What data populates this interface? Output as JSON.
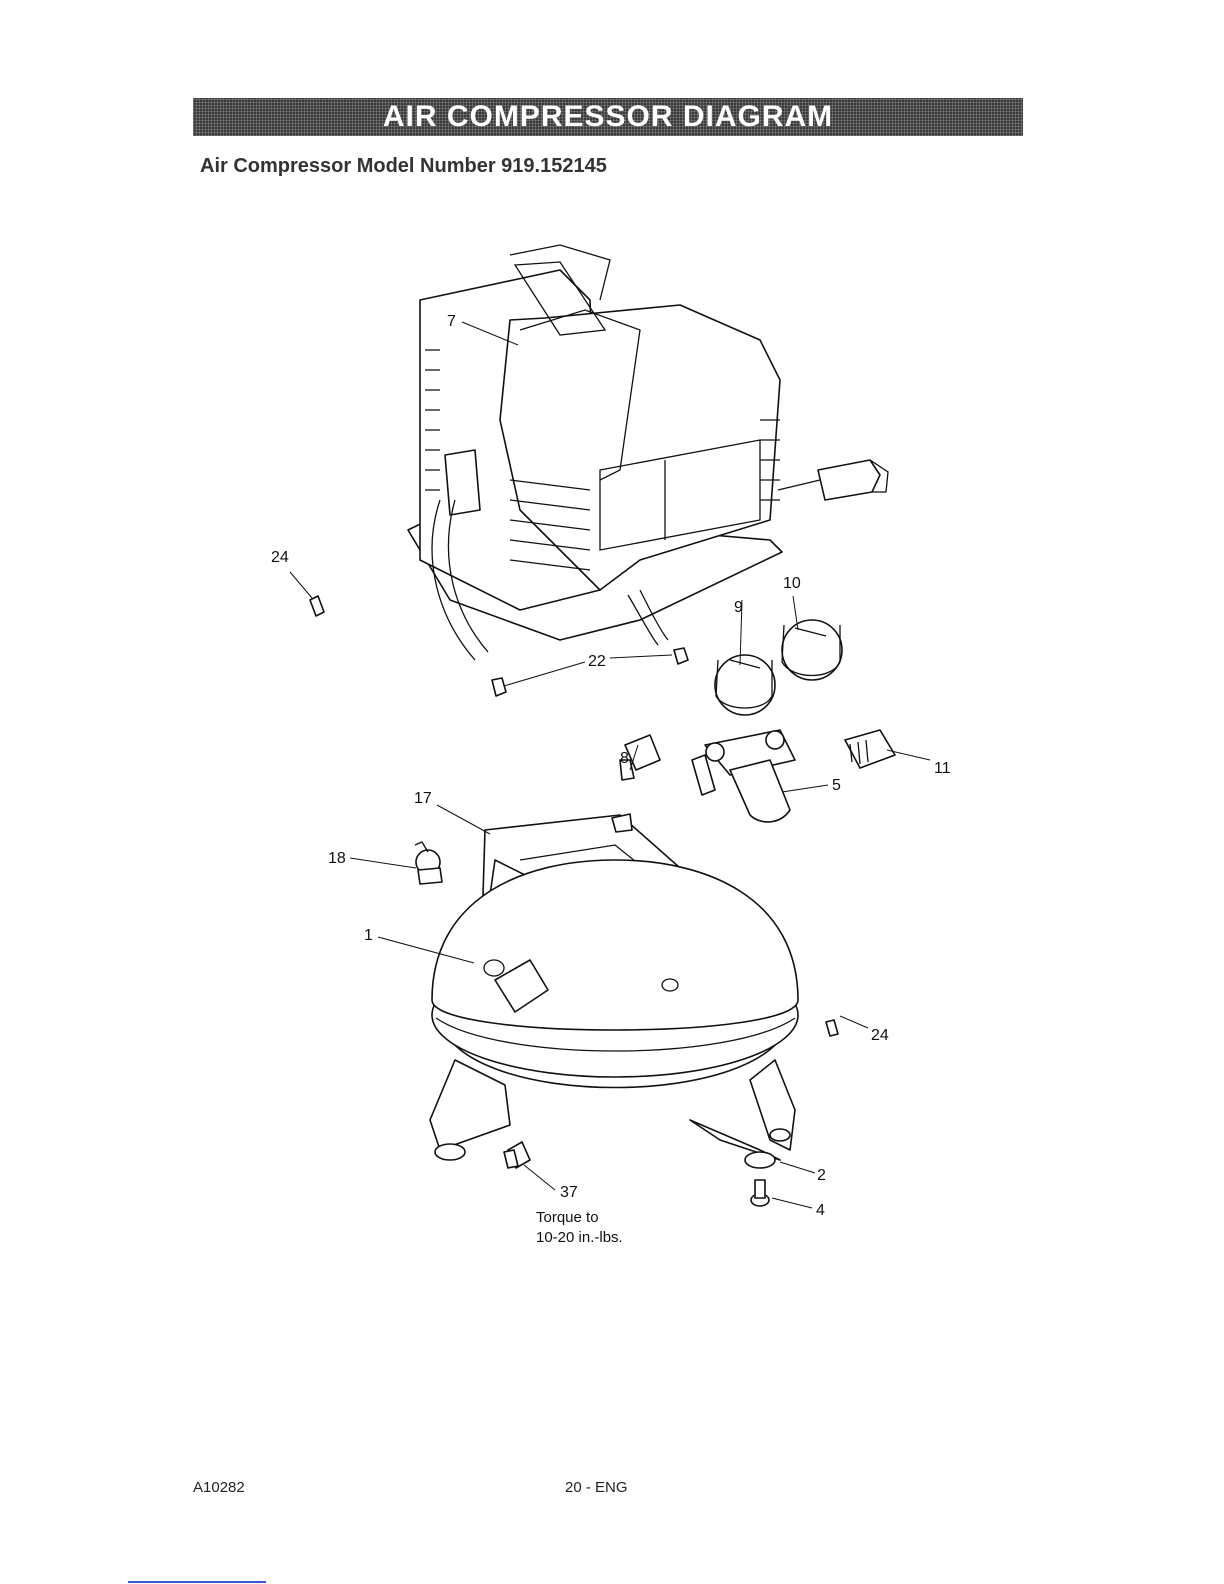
{
  "header": {
    "banner_title": "AIR COMPRESSOR DIAGRAM",
    "model_line": "Air Compressor Model Number 919.152145"
  },
  "callouts": {
    "c7": "7",
    "c24a": "24",
    "c10": "10",
    "c9": "9",
    "c22": "22",
    "c8": "8",
    "c11": "11",
    "c5": "5",
    "c17": "17",
    "c18": "18",
    "c1": "1",
    "c24b": "24",
    "c2": "2",
    "c37": "37",
    "c4": "4"
  },
  "torque_note": {
    "line1": "Torque to",
    "line2": "10-20 in.-lbs."
  },
  "footer": {
    "doc_code": "A10282",
    "page": "20 - ENG"
  }
}
